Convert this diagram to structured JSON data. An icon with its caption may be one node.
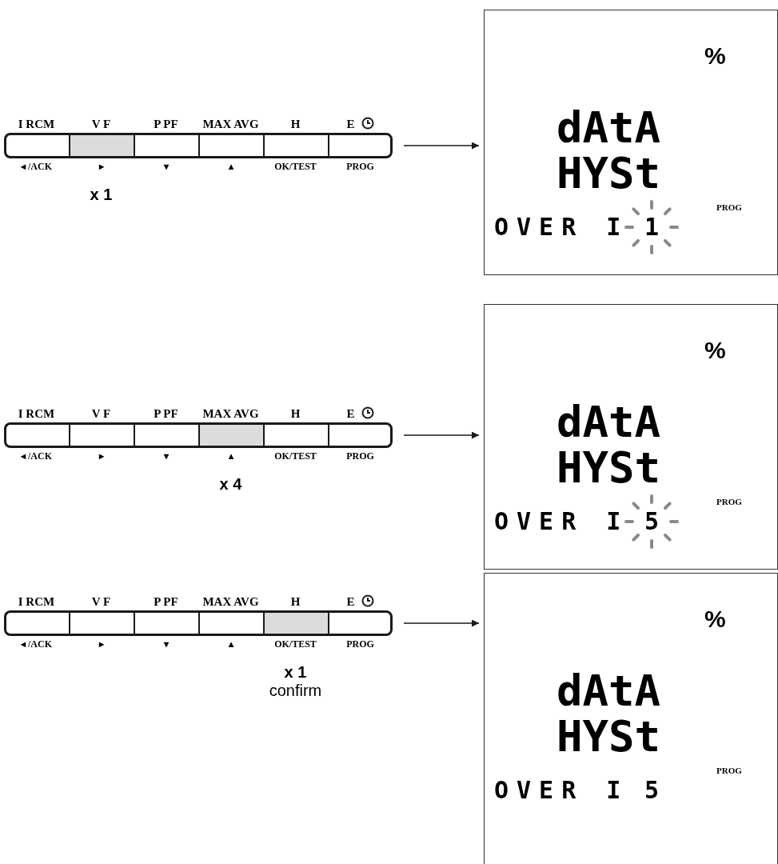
{
  "diagram": {
    "nodes": [
      {
        "text": [],
        "shape": "bar"
      },
      {
        "text": [
          "I RCM",
          "◂ /ACK"
        ],
        "in": 0
      },
      {
        "text": [
          "V F",
          "▸"
        ],
        "in": 0,
        "beside": [
          "x 1"
        ]
      },
      {
        "text": [
          "P PF",
          "▾"
        ],
        "in": 0
      },
      {
        "text": [
          "MAX AVG",
          "▴"
        ],
        "in": 0
      },
      {
        "text": [
          "H",
          "OK/TEST"
        ],
        "in": 0
      },
      {
        "text": [
          "E",
          "PROG"
        ],
        "in": 0
      },
      {
        "text": [
          "%",
          "dAtA",
          "HYSt",
          "PROG",
          "OVER I",
          "1"
        ]
      },
      {
        "text": [],
        "shape": "bar"
      },
      {
        "text": [
          "I RCM",
          "◂ /ACK"
        ],
        "in": 8
      },
      {
        "text": [
          "V F",
          "▸"
        ],
        "in": 8
      },
      {
        "text": [
          "P PF",
          "▾"
        ],
        "in": 8
      },
      {
        "text": [
          "MAX AVG",
          "▴"
        ],
        "in": 8,
        "beside": [
          "x 4"
        ]
      },
      {
        "text": [
          "H",
          "OK/TEST"
        ],
        "in": 8
      },
      {
        "text": [
          "E",
          "PROG"
        ],
        "in": 8
      },
      {
        "text": [
          "%",
          "dAtA",
          "HYSt",
          "PROG",
          "OVER I",
          "5"
        ]
      },
      {
        "text": [],
        "shape": "bar"
      },
      {
        "text": [
          "I RCM",
          "◂ /ACK"
        ],
        "in": 16
      },
      {
        "text": [
          "V F",
          "▸"
        ],
        "in": 16
      },
      {
        "text": [
          "P PF",
          "▾"
        ],
        "in": 16
      },
      {
        "text": [
          "MAX AVG",
          "▴"
        ],
        "in": 16
      },
      {
        "text": [
          "H",
          "OK/TEST"
        ],
        "in": 16,
        "beside": [
          "x 1",
          "confirm"
        ]
      },
      {
        "text": [
          "E",
          "PROG"
        ],
        "in": 16
      },
      {
        "text": [
          "%",
          "dAtA",
          "HYSt",
          "PROG",
          "OVER I",
          "5"
        ]
      }
    ],
    "edges": [
      {
        "from": 0,
        "to": 7,
        "arrow": "to"
      },
      {
        "from": 8,
        "to": 15,
        "arrow": "to"
      },
      {
        "from": 16,
        "to": 23,
        "arrow": "to"
      }
    ]
  }
}
